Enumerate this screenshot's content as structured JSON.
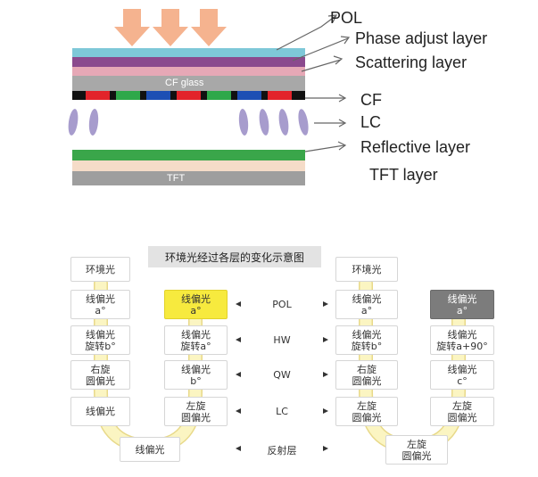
{
  "top_labels": {
    "pol": "POL",
    "phase": "Phase adjust layer",
    "scatter": "Scattering layer",
    "cf": "CF",
    "lc": "LC",
    "reflect": "Reflective layer",
    "tft": "TFT layer"
  },
  "layer_texts": {
    "cf_glass": "CF glass",
    "tft": "TFT"
  },
  "colors": {
    "pol": "#7ec8d8",
    "phase": "#8b4a8e",
    "scatter": "#e6a8b6",
    "cf_glass": "#a8a8a8",
    "lc": "#a79ccd",
    "reflect": "#3aa64a",
    "tft_layer": "#f5dcc8",
    "tft": "#9e9e9e",
    "arrow": "#f5b38f",
    "yellow": "#f7ea3e",
    "u_path": "#faf3b5"
  },
  "bottom": {
    "title": "环境光经过各层的变化示意图",
    "left_col1": [
      [
        "环境光"
      ],
      [
        "线偏光",
        "a°"
      ],
      [
        "线偏光",
        "旋转b°"
      ],
      [
        "右旋",
        "圆偏光"
      ],
      [
        "线偏光"
      ]
    ],
    "left_col2": [
      [
        "线偏光",
        "a°"
      ],
      [
        "线偏光",
        "旋转a°"
      ],
      [
        "线偏光",
        "b°"
      ],
      [
        "左旋",
        "圆偏光"
      ]
    ],
    "left_bottom": [
      "线偏光"
    ],
    "right_col1": [
      [
        "环境光"
      ],
      [
        "线偏光",
        "a°"
      ],
      [
        "线偏光",
        "旋转b°"
      ],
      [
        "右旋",
        "圆偏光"
      ],
      [
        "左旋",
        "圆偏光"
      ]
    ],
    "right_col2": [
      [
        "线偏光",
        "a°"
      ],
      [
        "线偏光",
        "旋转a+90°"
      ],
      [
        "线偏光",
        "c°"
      ],
      [
        "左旋",
        "圆偏光"
      ]
    ],
    "right_bottom": [
      "左旋",
      "圆偏光"
    ],
    "mid_labels": [
      "POL",
      "HW",
      "QW",
      "LC",
      "反射层"
    ]
  }
}
